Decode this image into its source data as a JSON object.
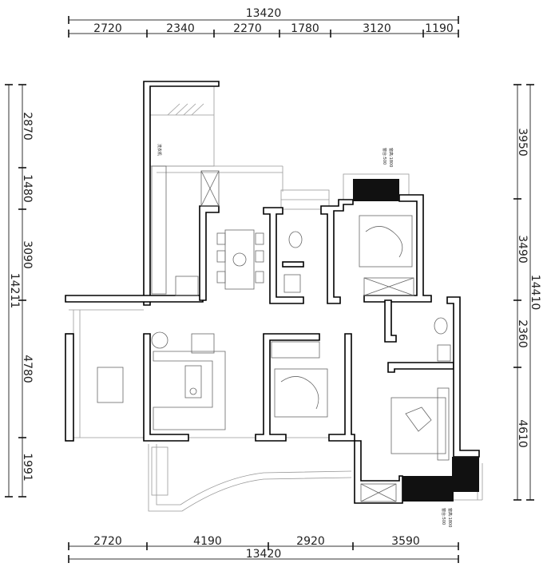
{
  "drawing": {
    "top_dims": {
      "total": "13420",
      "segments": [
        "2720",
        "2340",
        "2270",
        "1780",
        "3120",
        "1190"
      ]
    },
    "bottom_dims": {
      "total": "13420",
      "segments": [
        "2720",
        "4190",
        "2920",
        "3590"
      ]
    },
    "left_dims": {
      "total": "14211",
      "segments": [
        "2870",
        "1480",
        "3090",
        "4780",
        "1991"
      ]
    },
    "right_dims": {
      "total": "14410",
      "segments": [
        "3950",
        "3490",
        "2360",
        "4610"
      ]
    },
    "labels": {
      "upper_note_1": "窗台:500",
      "upper_note_2": "窗高:1800",
      "lower_note_1": "窗台:500",
      "lower_note_2": "窗高:1800",
      "laundry": "洗衣机"
    }
  }
}
